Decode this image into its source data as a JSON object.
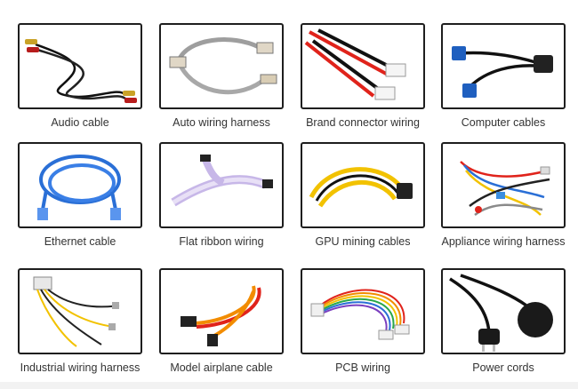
{
  "products": [
    {
      "label": "Audio cable",
      "icon": "audio-cable-icon"
    },
    {
      "label": "Auto wiring harness",
      "icon": "auto-wiring-harness-icon"
    },
    {
      "label": "Brand connector wiring",
      "icon": "brand-connector-wiring-icon"
    },
    {
      "label": "Computer cables",
      "icon": "computer-cables-icon"
    },
    {
      "label": "Ethernet cable",
      "icon": "ethernet-cable-icon"
    },
    {
      "label": "Flat ribbon wiring",
      "icon": "flat-ribbon-wiring-icon"
    },
    {
      "label": "GPU mining cables",
      "icon": "gpu-mining-cables-icon"
    },
    {
      "label": "Appliance wiring harness",
      "icon": "appliance-wiring-harness-icon"
    },
    {
      "label": "Industrial wiring harness",
      "icon": "industrial-wiring-harness-icon"
    },
    {
      "label": "Model airplane cable",
      "icon": "model-airplane-cable-icon"
    },
    {
      "label": "PCB wiring",
      "icon": "pcb-wiring-icon"
    },
    {
      "label": "Power cords",
      "icon": "power-cords-icon"
    }
  ],
  "colors": {
    "frame_border": "#1e1e1e",
    "label_text": "#333333",
    "ethernet_blue": "#2a6fd6",
    "red_wire": "#e0231b",
    "yellow_wire": "#f2c200"
  }
}
